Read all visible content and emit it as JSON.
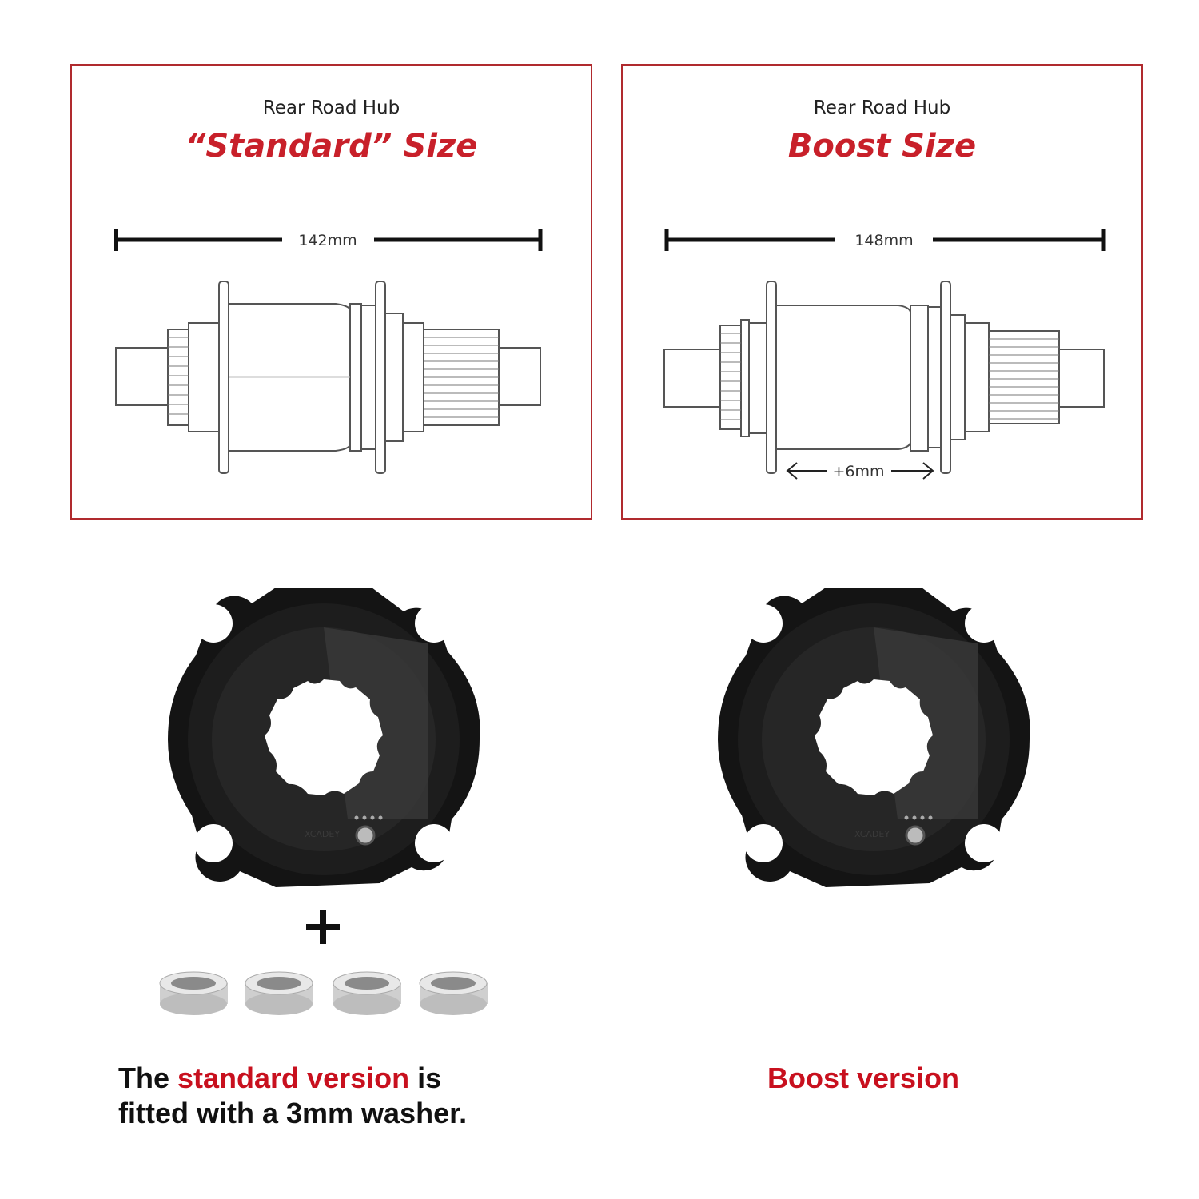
{
  "panels": [
    {
      "subtitle": "Rear Road Hub",
      "title": "“Standard” Size",
      "width_label": "142mm"
    },
    {
      "subtitle": "Rear Road Hub",
      "title": "Boost Size",
      "width_label": "148mm",
      "offset_label": "+6mm"
    }
  ],
  "plus_sign": "+",
  "captions": {
    "left_prefix": "The ",
    "left_highlight": "standard version",
    "left_suffix": " is",
    "left_line2": "fitted with a 3mm washer.",
    "right": "Boost version"
  },
  "spider_brand": "XCADEY",
  "colors": {
    "accent_red": "#c8101e",
    "border_red": "#b02a2e",
    "spider_black": "#141414"
  }
}
